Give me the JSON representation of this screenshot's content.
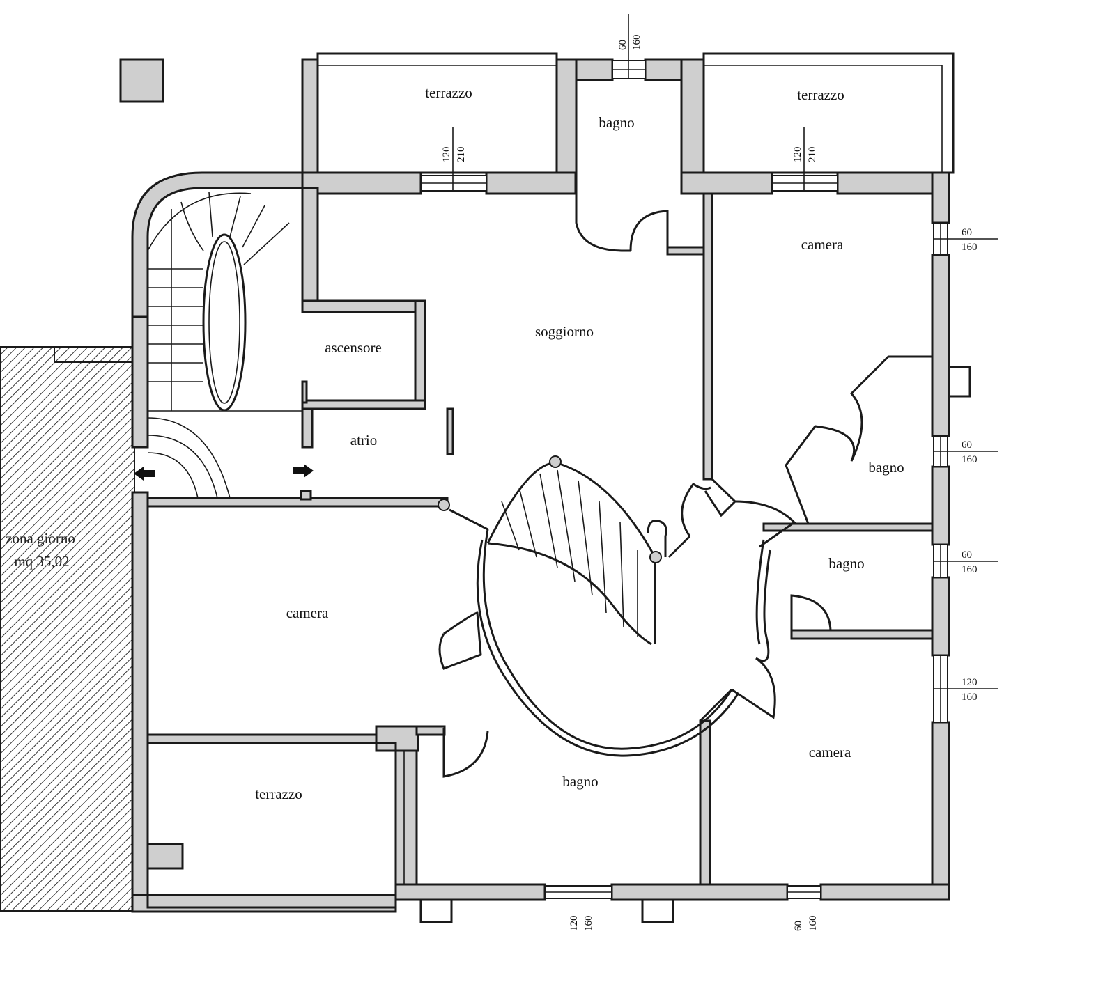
{
  "rooms": {
    "terrazzo_top_left": "terrazzo",
    "bagno_top": "bagno",
    "terrazzo_top_right": "terrazzo",
    "camera_top_right": "camera",
    "soggiorno": "soggiorno",
    "ascensore": "ascensore",
    "atrio": "atrio",
    "bagno_right_upper": "bagno",
    "bagno_right_middle": "bagno",
    "camera_left": "camera",
    "terrazzo_bottom_left": "terrazzo",
    "bagno_bottom": "bagno",
    "camera_bottom_right": "camera"
  },
  "zone": {
    "name": "zona giorno",
    "area": "mq 35,02"
  },
  "dimensions": {
    "top_window": [
      "60",
      "160"
    ],
    "terrazzo_left_door": [
      "120",
      "210"
    ],
    "terrazzo_right_door": [
      "120",
      "210"
    ],
    "right_window_1": [
      "60",
      "160"
    ],
    "right_window_2": [
      "60",
      "160"
    ],
    "right_window_3": [
      "60",
      "160"
    ],
    "right_window_4": [
      "120",
      "160"
    ],
    "bottom_window_1": [
      "120",
      "160"
    ],
    "bottom_window_2": [
      "60",
      "160"
    ]
  },
  "colors": {
    "wall_fill": "#cfcfcf",
    "line": "#1a1a1a",
    "background": "#ffffff"
  }
}
